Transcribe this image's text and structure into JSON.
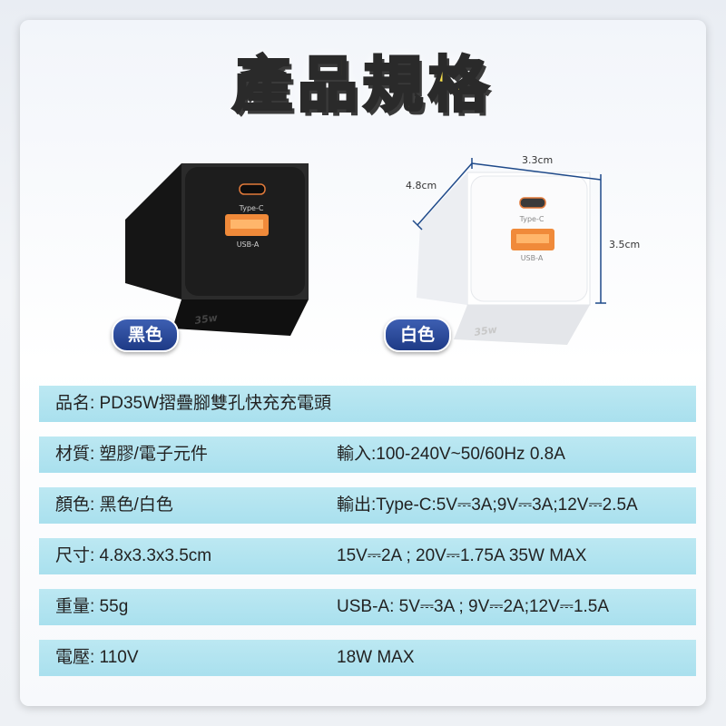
{
  "title": "產品規格",
  "products": {
    "black": {
      "label": "黑色",
      "port_c": "Type-C",
      "port_a": "USB-A",
      "watt": "35w"
    },
    "white": {
      "label": "白色",
      "port_c": "Type-C",
      "port_a": "USB-A",
      "watt": "35w"
    }
  },
  "dimensions": {
    "width": "3.3cm",
    "depth": "4.8cm",
    "height": "3.5cm"
  },
  "specs": [
    {
      "left": "品名: PD35W摺疊腳雙孔快充充電頭",
      "right": ""
    },
    {
      "left": "材質: 塑膠/電子元件",
      "right": "輸入:100-240V~50/60Hz 0.8A"
    },
    {
      "left": "顏色: 黑色/白色",
      "right": "輸出:Type-C:5V⎓3A;9V⎓3A;12V⎓2.5A"
    },
    {
      "left": "尺寸: 4.8x3.3x3.5cm",
      "right": "15V⎓2A ; 20V⎓1.75A 35W MAX"
    },
    {
      "left": "重量: 55g",
      "right": "USB-A: 5V⎓3A ; 9V⎓2A;12V⎓1.5A"
    },
    {
      "left": "電壓: 110V",
      "right": "18W MAX"
    }
  ],
  "colors": {
    "badge": "#1e3a86",
    "row": "#a9e0ee",
    "title": "#fbe34d"
  }
}
